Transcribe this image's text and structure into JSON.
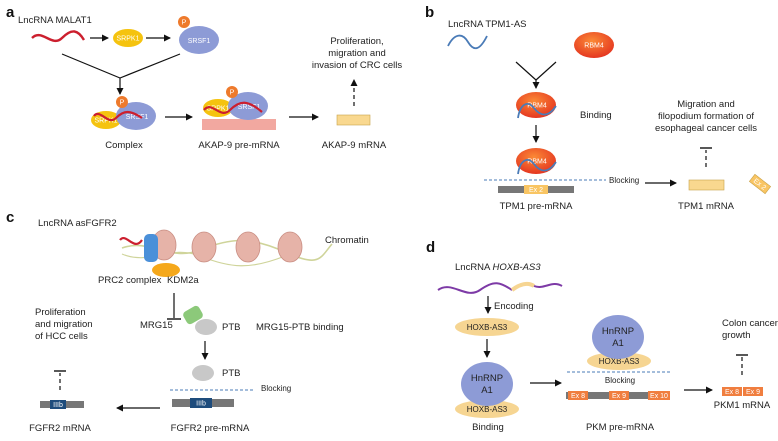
{
  "panels": {
    "a": {
      "letter": "a",
      "lncrna": "LncRNA MALAT1",
      "srpk1": "SRPK1",
      "srsf1": "SRSF1",
      "p": "P",
      "complex": "Complex",
      "pre_mrna": "AKAP-9 pre-mRNA",
      "mrna": "AKAP-9 mRNA",
      "outcome": [
        "Proliferation,",
        "migration and",
        "invasion of CRC cells"
      ]
    },
    "b": {
      "letter": "b",
      "lncrna": "LncRNA TPM1-AS",
      "rbm4": "RBM4",
      "binding": "Binding",
      "blocking": "Blocking",
      "exon": "Ex 2",
      "pre_mrna": "TPM1 pre-mRNA",
      "mrna": "TPM1 mRNA",
      "outcome": [
        "Migration  and",
        "filopodium formation of",
        "esophageal cancer cells"
      ]
    },
    "c": {
      "letter": "c",
      "lncrna": "LncRNA asFGFR2",
      "chromatin": "Chromatin",
      "prc2": "PRC2 complex",
      "kdm2a": "KDM2a",
      "mrg15": "MRG15",
      "ptb": "PTB",
      "mrg15_ptb": "MRG15-PTB binding",
      "blocking": "Blocking",
      "exon": "IIIb",
      "pre_mrna": "FGFR2 pre-mRNA",
      "mrna": "FGFR2 mRNA",
      "outcome": [
        "Proliferation",
        "and migration",
        "of HCC cells"
      ]
    },
    "d": {
      "letter": "d",
      "lncrna_prefix": "LncRNA ",
      "lncrna_name": "HOXB-AS3",
      "encoding": "Encoding",
      "peptide": "HOXB-AS3",
      "hnrnp": [
        "HnRNP",
        "A1"
      ],
      "binding": "Binding",
      "blocking": "Blocking",
      "exons": [
        "Ex 8",
        "Ex 9",
        "Ex 10"
      ],
      "pre_mrna": "PKM pre-mRNA",
      "mrna_exons": [
        "Ex 8",
        "Ex 9"
      ],
      "mrna": "PKM1 mRNA",
      "outcome": [
        "Colon cancer",
        "growth"
      ]
    }
  },
  "colors": {
    "rna_red": "#cc1f2e",
    "srpk1": "#f5c30f",
    "phospho": "#ee7a2c",
    "protein_blue": "#8d9bd6",
    "rbm4": "#ee3a22",
    "mrna_yellow": "#f9d88f",
    "pre_mrna_pink": "#f2a8a0",
    "lncrna_blue": "#4a7bb7",
    "lncrna_purple": "#7d3aa6",
    "peptide": "#f6d592",
    "exon_orange": "#f07e3f",
    "exon_navy": "#1e4c7c",
    "gray_strand": "#8a8a8a",
    "mrg15_green": "#8cc97a"
  }
}
